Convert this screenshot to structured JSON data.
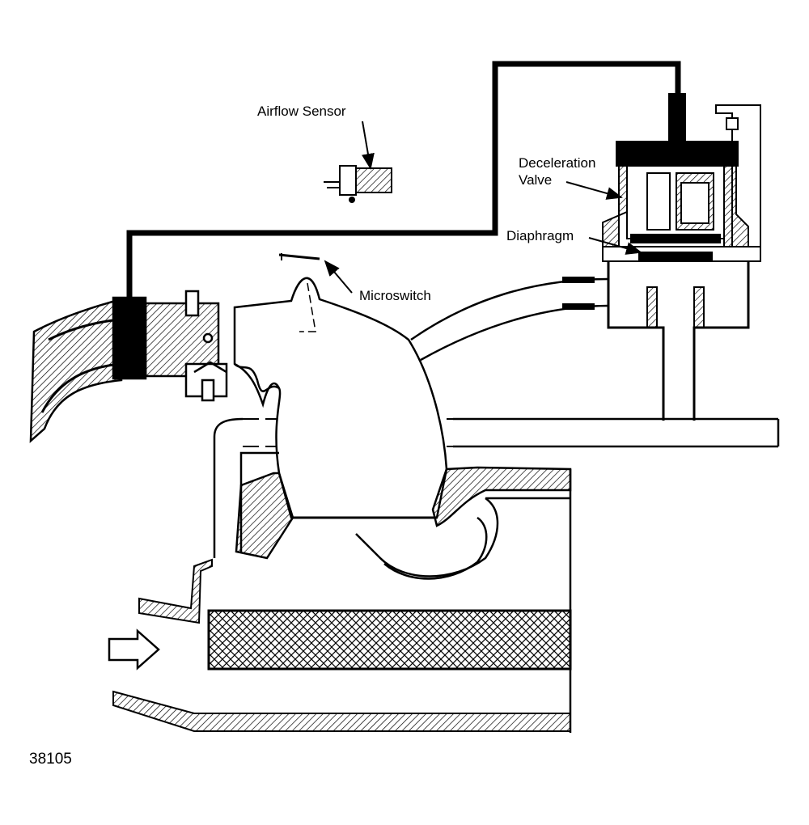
{
  "labels": {
    "airflow_sensor": "Airflow Sensor",
    "deceleration_valve_line1": "Deceleration",
    "deceleration_valve_line2": "Valve",
    "diaphragm": "Diaphragm",
    "microswitch": "Microswitch"
  },
  "figure_number": "38105",
  "colors": {
    "ink": "#000000",
    "paper": "#ffffff"
  }
}
